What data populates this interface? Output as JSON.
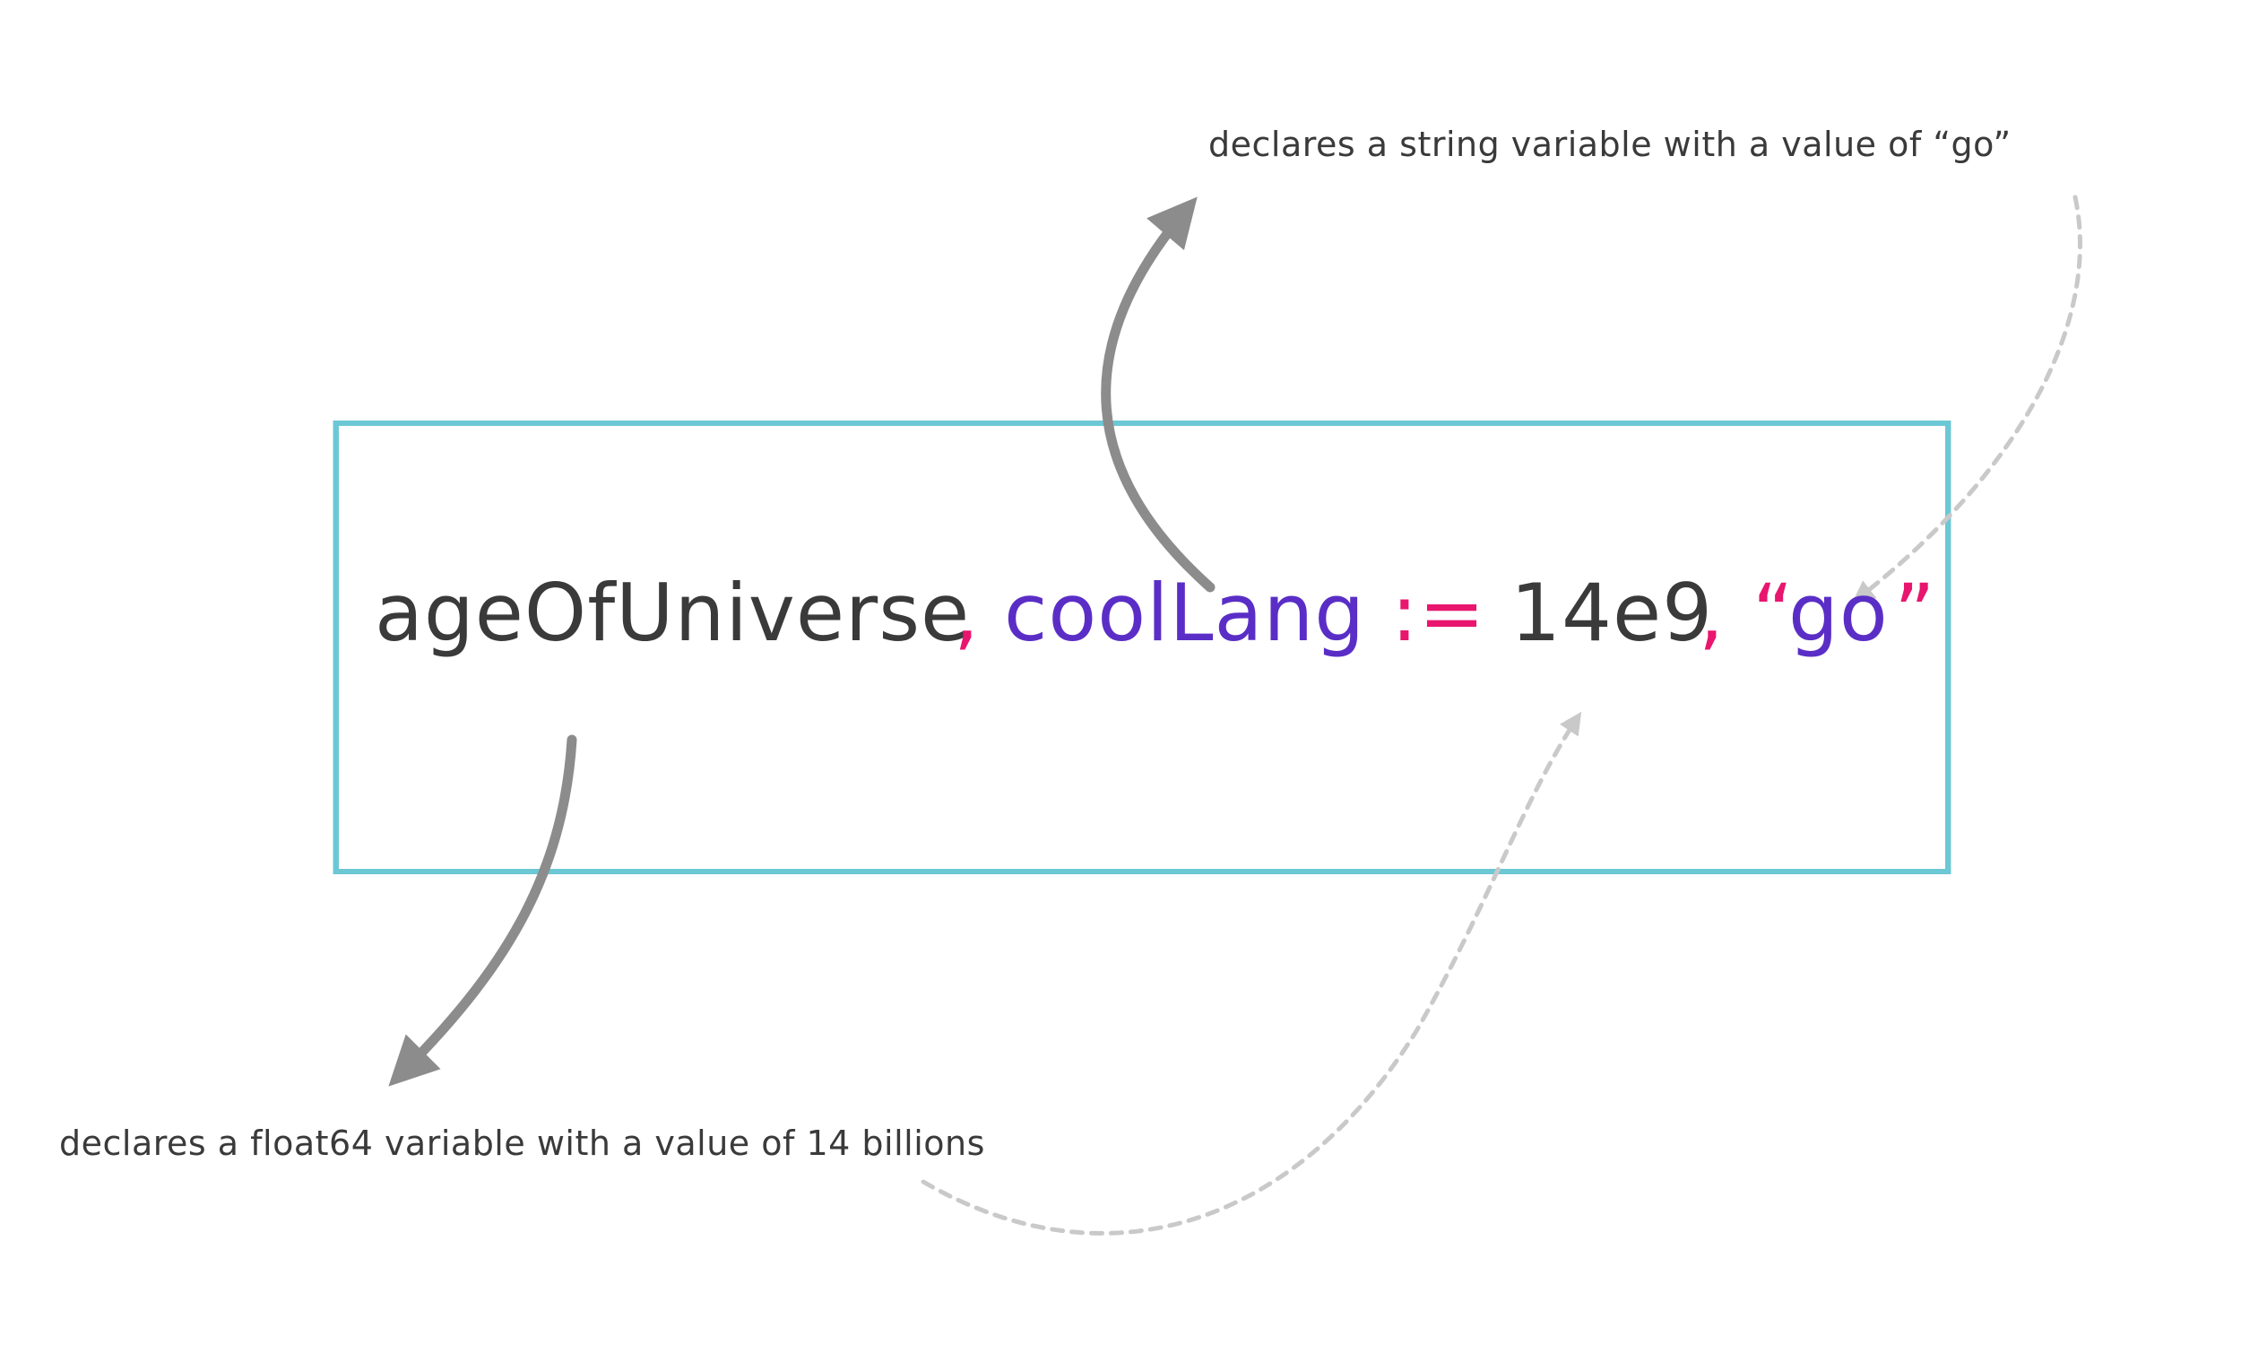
{
  "code": {
    "tokens": {
      "identifier_1": "ageOfUniverse",
      "comma_1": ",",
      "identifier_2": "coolLang",
      "operator": ":=",
      "number_literal": "14e9",
      "comma_2": ",",
      "open_quote": "“",
      "string_literal": "go",
      "close_quote": "”"
    }
  },
  "annotations": {
    "string_note": "declares a string variable with a value of “go”",
    "float_note": "declares a float64 variable with a value of 14 billions"
  },
  "colors": {
    "box_border": "#6cc8d4",
    "text_dark": "#3a3a3a",
    "identifier_purple": "#5a2ec6",
    "operator_pink": "#e8166e",
    "solid_arrow": "#8c8c8c",
    "dashed_arrow": "#c9c9c9"
  }
}
